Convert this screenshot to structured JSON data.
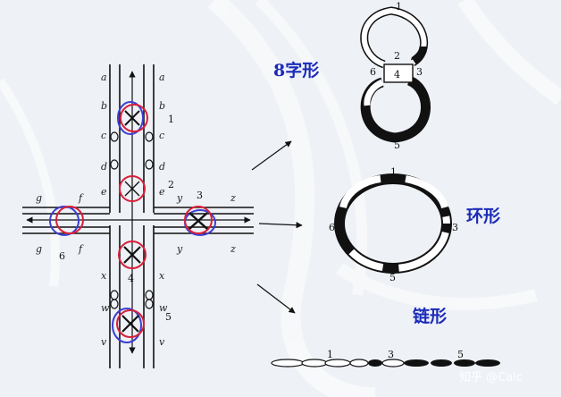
{
  "labels": {
    "figure8": "8字形",
    "ring": "环形",
    "chain": "链形"
  },
  "cross": {
    "vertical_letters": [
      "a",
      "b",
      "c",
      "d",
      "e",
      "x",
      "w",
      "v"
    ],
    "horizontal_letters": [
      "g",
      "f",
      "y",
      "z"
    ],
    "numbers": [
      "1",
      "2",
      "3",
      "4",
      "5",
      "6"
    ]
  },
  "watermark": "知乎 @Caic",
  "colors": {
    "title_blue": "#1b2bb8",
    "circle_red": "#d8203a",
    "circle_blue": "#3b3fd1",
    "chromatid": "#1a1a1a"
  }
}
